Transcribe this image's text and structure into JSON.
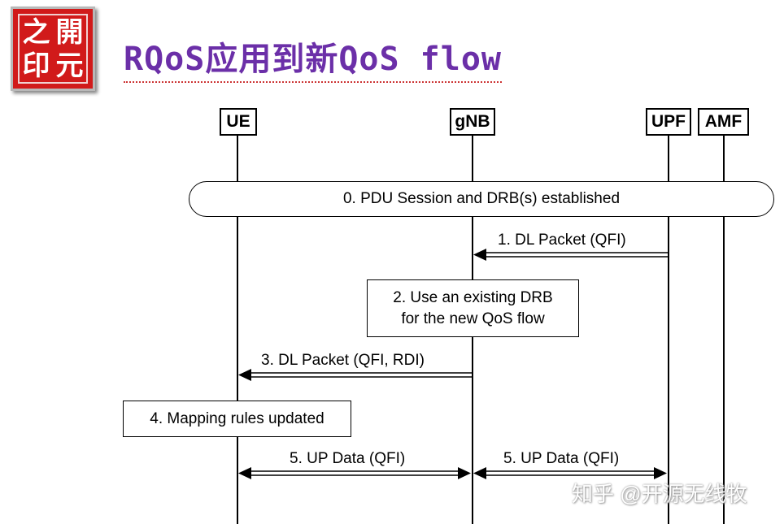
{
  "logo": {
    "chars": [
      "之",
      "開",
      "印",
      "元"
    ]
  },
  "title": "RQoS应用到新QoS flow",
  "actors": {
    "ue": "UE",
    "gnb": "gNB",
    "upf": "UPF",
    "amf": "AMF"
  },
  "steps": {
    "step0": "0. PDU Session and DRB(s) established",
    "step1": "1. DL Packet (QFI)",
    "step2_line1": "2. Use an existing DRB",
    "step2_line2": "for the new QoS flow",
    "step3": "3. DL Packet (QFI, RDI)",
    "step4": "4. Mapping rules updated",
    "step5a": "5. UP Data (QFI)",
    "step5b": "5. UP Data (QFI)"
  },
  "watermark": "知乎 @开源无线牧"
}
